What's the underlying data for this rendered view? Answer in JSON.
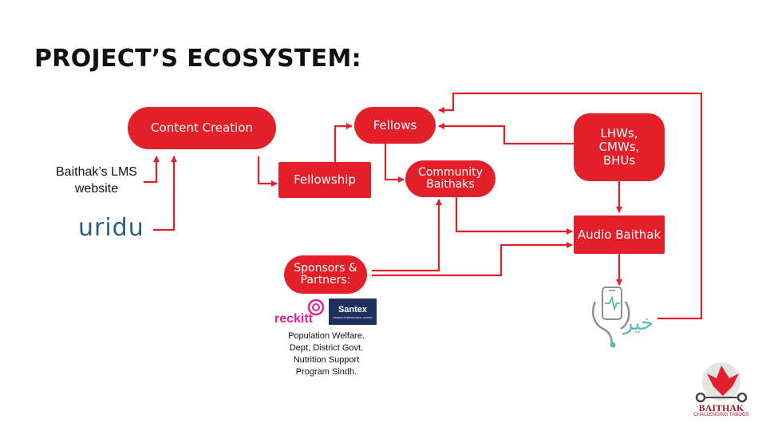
{
  "title": "PROJECT’S ECOSYSTEM:",
  "nodes": {
    "content_creation": "Content Creation",
    "fellowship": "Fellowship",
    "fellows": "Fellows",
    "community_baithaks": "Community Baithaks",
    "lhws": "LHWs, CMWs, BHUs",
    "audio_baithak": "Audio Baithak",
    "sponsors": "Sponsors & Partners:"
  },
  "inputs": {
    "lms_website": "Baithak’s LMS website",
    "uridu": "uridu"
  },
  "sponsors_text": {
    "reckitt": "reckitt",
    "santex": "Santex",
    "santex_sub": "SAVERS INTERNATIONAL LIMITED",
    "partners": "Population Welfare. Dept, District Govt. Nutrition Support Program Sindh."
  },
  "khair_text": "خیر",
  "logo": {
    "name": "BAITHAK",
    "tagline": "CHALLENGING TABOOS"
  },
  "colors": {
    "accent": "#e3202a",
    "uridu": "#2b5d7c",
    "khair": "#5cbcb4",
    "santex": "#1f2f5e",
    "reckitt": "#e0208c"
  }
}
